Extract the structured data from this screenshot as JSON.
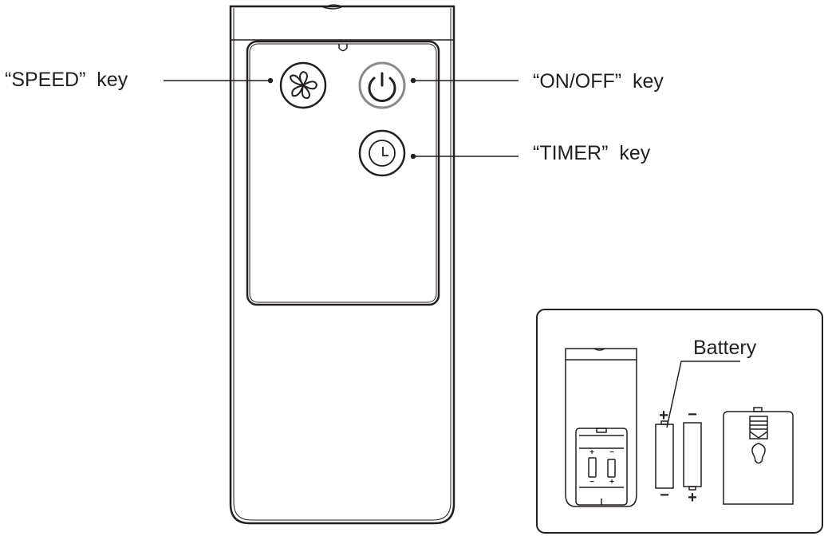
{
  "diagram": {
    "subject": "remote control",
    "labels": {
      "speed": "“SPEED”  key",
      "onoff": "“ON/OFF”  key",
      "timer": "“TIMER”  key",
      "battery": "Battery"
    },
    "keys": [
      {
        "name": "speed",
        "icon": "fan-icon"
      },
      {
        "name": "onoff",
        "icon": "power-icon"
      },
      {
        "name": "timer",
        "icon": "clock-icon"
      }
    ],
    "battery_inset": {
      "polarity_marks": {
        "plus": "+",
        "minus": "−"
      }
    },
    "colors": {
      "line": "#231f20",
      "power_ring": "#8a8a8a"
    }
  }
}
